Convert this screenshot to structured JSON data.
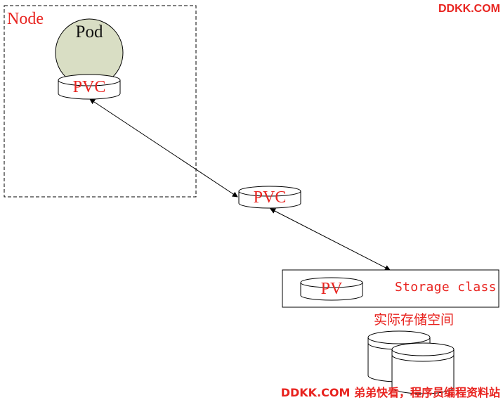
{
  "node": {
    "label": "Node"
  },
  "pod": {
    "label": "Pod"
  },
  "pvc_pod": {
    "label": "PVC"
  },
  "pvc_middle": {
    "label": "PVC"
  },
  "storage_class": {
    "pv_label": "PV",
    "label": "Storage class"
  },
  "physical_storage": {
    "label": "实际存储空间"
  },
  "watermarks": {
    "top": "DDKK.COM",
    "bottom": "DDKK.COM 弟弟快看，程序员编程资料站"
  },
  "colors": {
    "accent": "#e8231f",
    "pod_fill": "#d9dec4",
    "line": "#000000"
  }
}
